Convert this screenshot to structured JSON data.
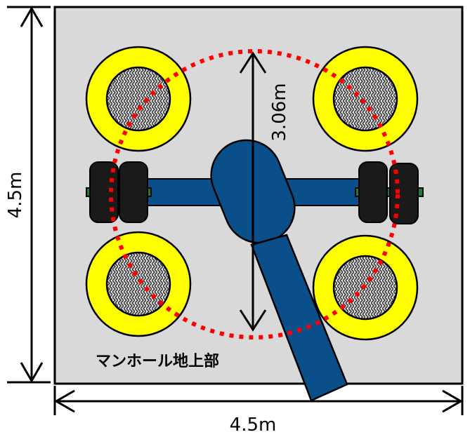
{
  "labels": {
    "height_dimension": "4.5m",
    "width_dimension": "4.5m",
    "circle_diameter": "3.06m",
    "manhole_area": "マンホール地上部"
  },
  "colors": {
    "background": "#d9d9d9",
    "outrigger_pad": "#ffff00",
    "hatched_ground": "#4a4a4a",
    "crane_body": "#0b4f8a",
    "tire": "#1a1a1a",
    "axle_cap": "#1e7b3a",
    "rotation_circle": "#ff0000"
  },
  "icons": {
    "outrigger": "outrigger-pad-icon",
    "wheel": "wheel-icon",
    "boom": "crane-boom-icon"
  }
}
